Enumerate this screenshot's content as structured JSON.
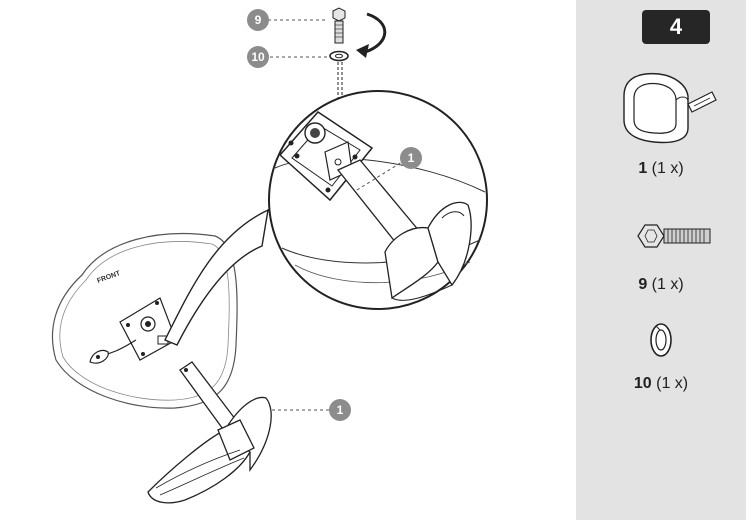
{
  "step": {
    "number": "4"
  },
  "callouts": {
    "bolt": "9",
    "washer": "10",
    "bracket_detail": "1",
    "bracket_main": "1"
  },
  "seat": {
    "front_label": "FRONT"
  },
  "parts": [
    {
      "number": "1",
      "qty": "(1 x)",
      "icon": "armrest-bracket-icon"
    },
    {
      "number": "9",
      "qty": "(1 x)",
      "icon": "hex-bolt-icon"
    },
    {
      "number": "10",
      "qty": "(1 x)",
      "icon": "spring-washer-icon"
    }
  ],
  "colors": {
    "callout_fill": "#8c8c8c",
    "panel_bg": "#e3e3e3",
    "badge_bg": "#262626",
    "line": "#222222"
  }
}
